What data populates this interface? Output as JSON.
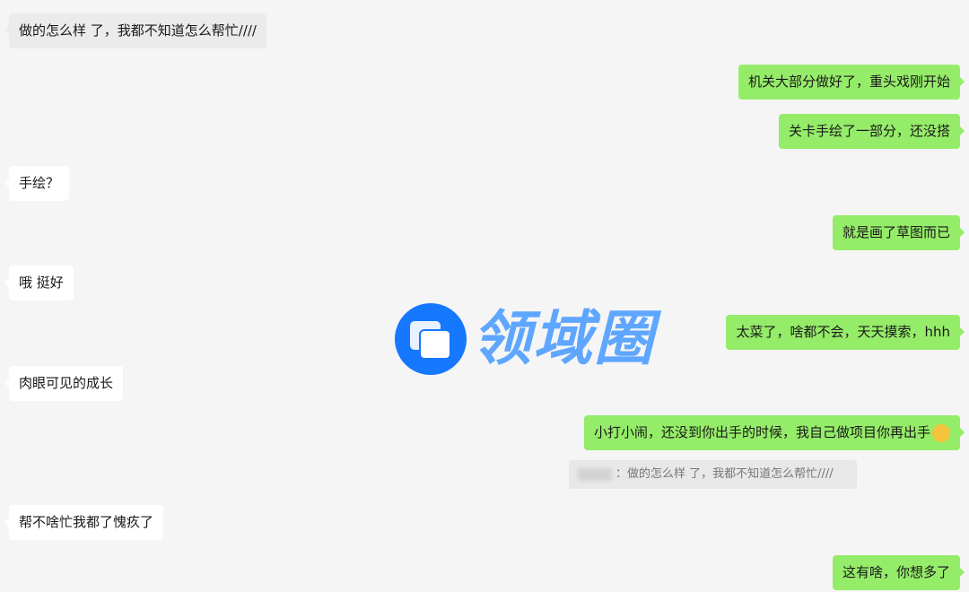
{
  "messages": [
    {
      "side": "left",
      "text": "做的怎么样 了，我都不知道怎么帮忙////"
    },
    {
      "side": "right",
      "text": "机关大部分做好了，重头戏刚开始"
    },
    {
      "side": "right",
      "text": "关卡手绘了一部分，还没搭"
    },
    {
      "side": "left",
      "text": "手绘？"
    },
    {
      "side": "right",
      "text": "就是画了草图而已"
    },
    {
      "side": "left",
      "text": "哦 挺好"
    },
    {
      "side": "right",
      "text": "太菜了，啥都不会，天天摸索，hhh"
    },
    {
      "side": "left",
      "text": "肉眼可见的成长"
    },
    {
      "side": "right",
      "text": "小打小闹，还没到你出手的时候，我自己做项目你再出手"
    },
    {
      "side": "left",
      "text": "帮不啥忙我都了愧疚了"
    },
    {
      "side": "right",
      "text": "这有啥，你想多了"
    }
  ],
  "quote": {
    "text": "：做的怎么样 了，我都不知道怎么帮忙////"
  },
  "watermark": {
    "text": "领域圈",
    "color": "#5ea6ff",
    "icon_color": "#1677ff"
  },
  "colors": {
    "bubble_right": "#95ec69",
    "bubble_left": "#ffffff",
    "background": "#f5f5f5"
  }
}
